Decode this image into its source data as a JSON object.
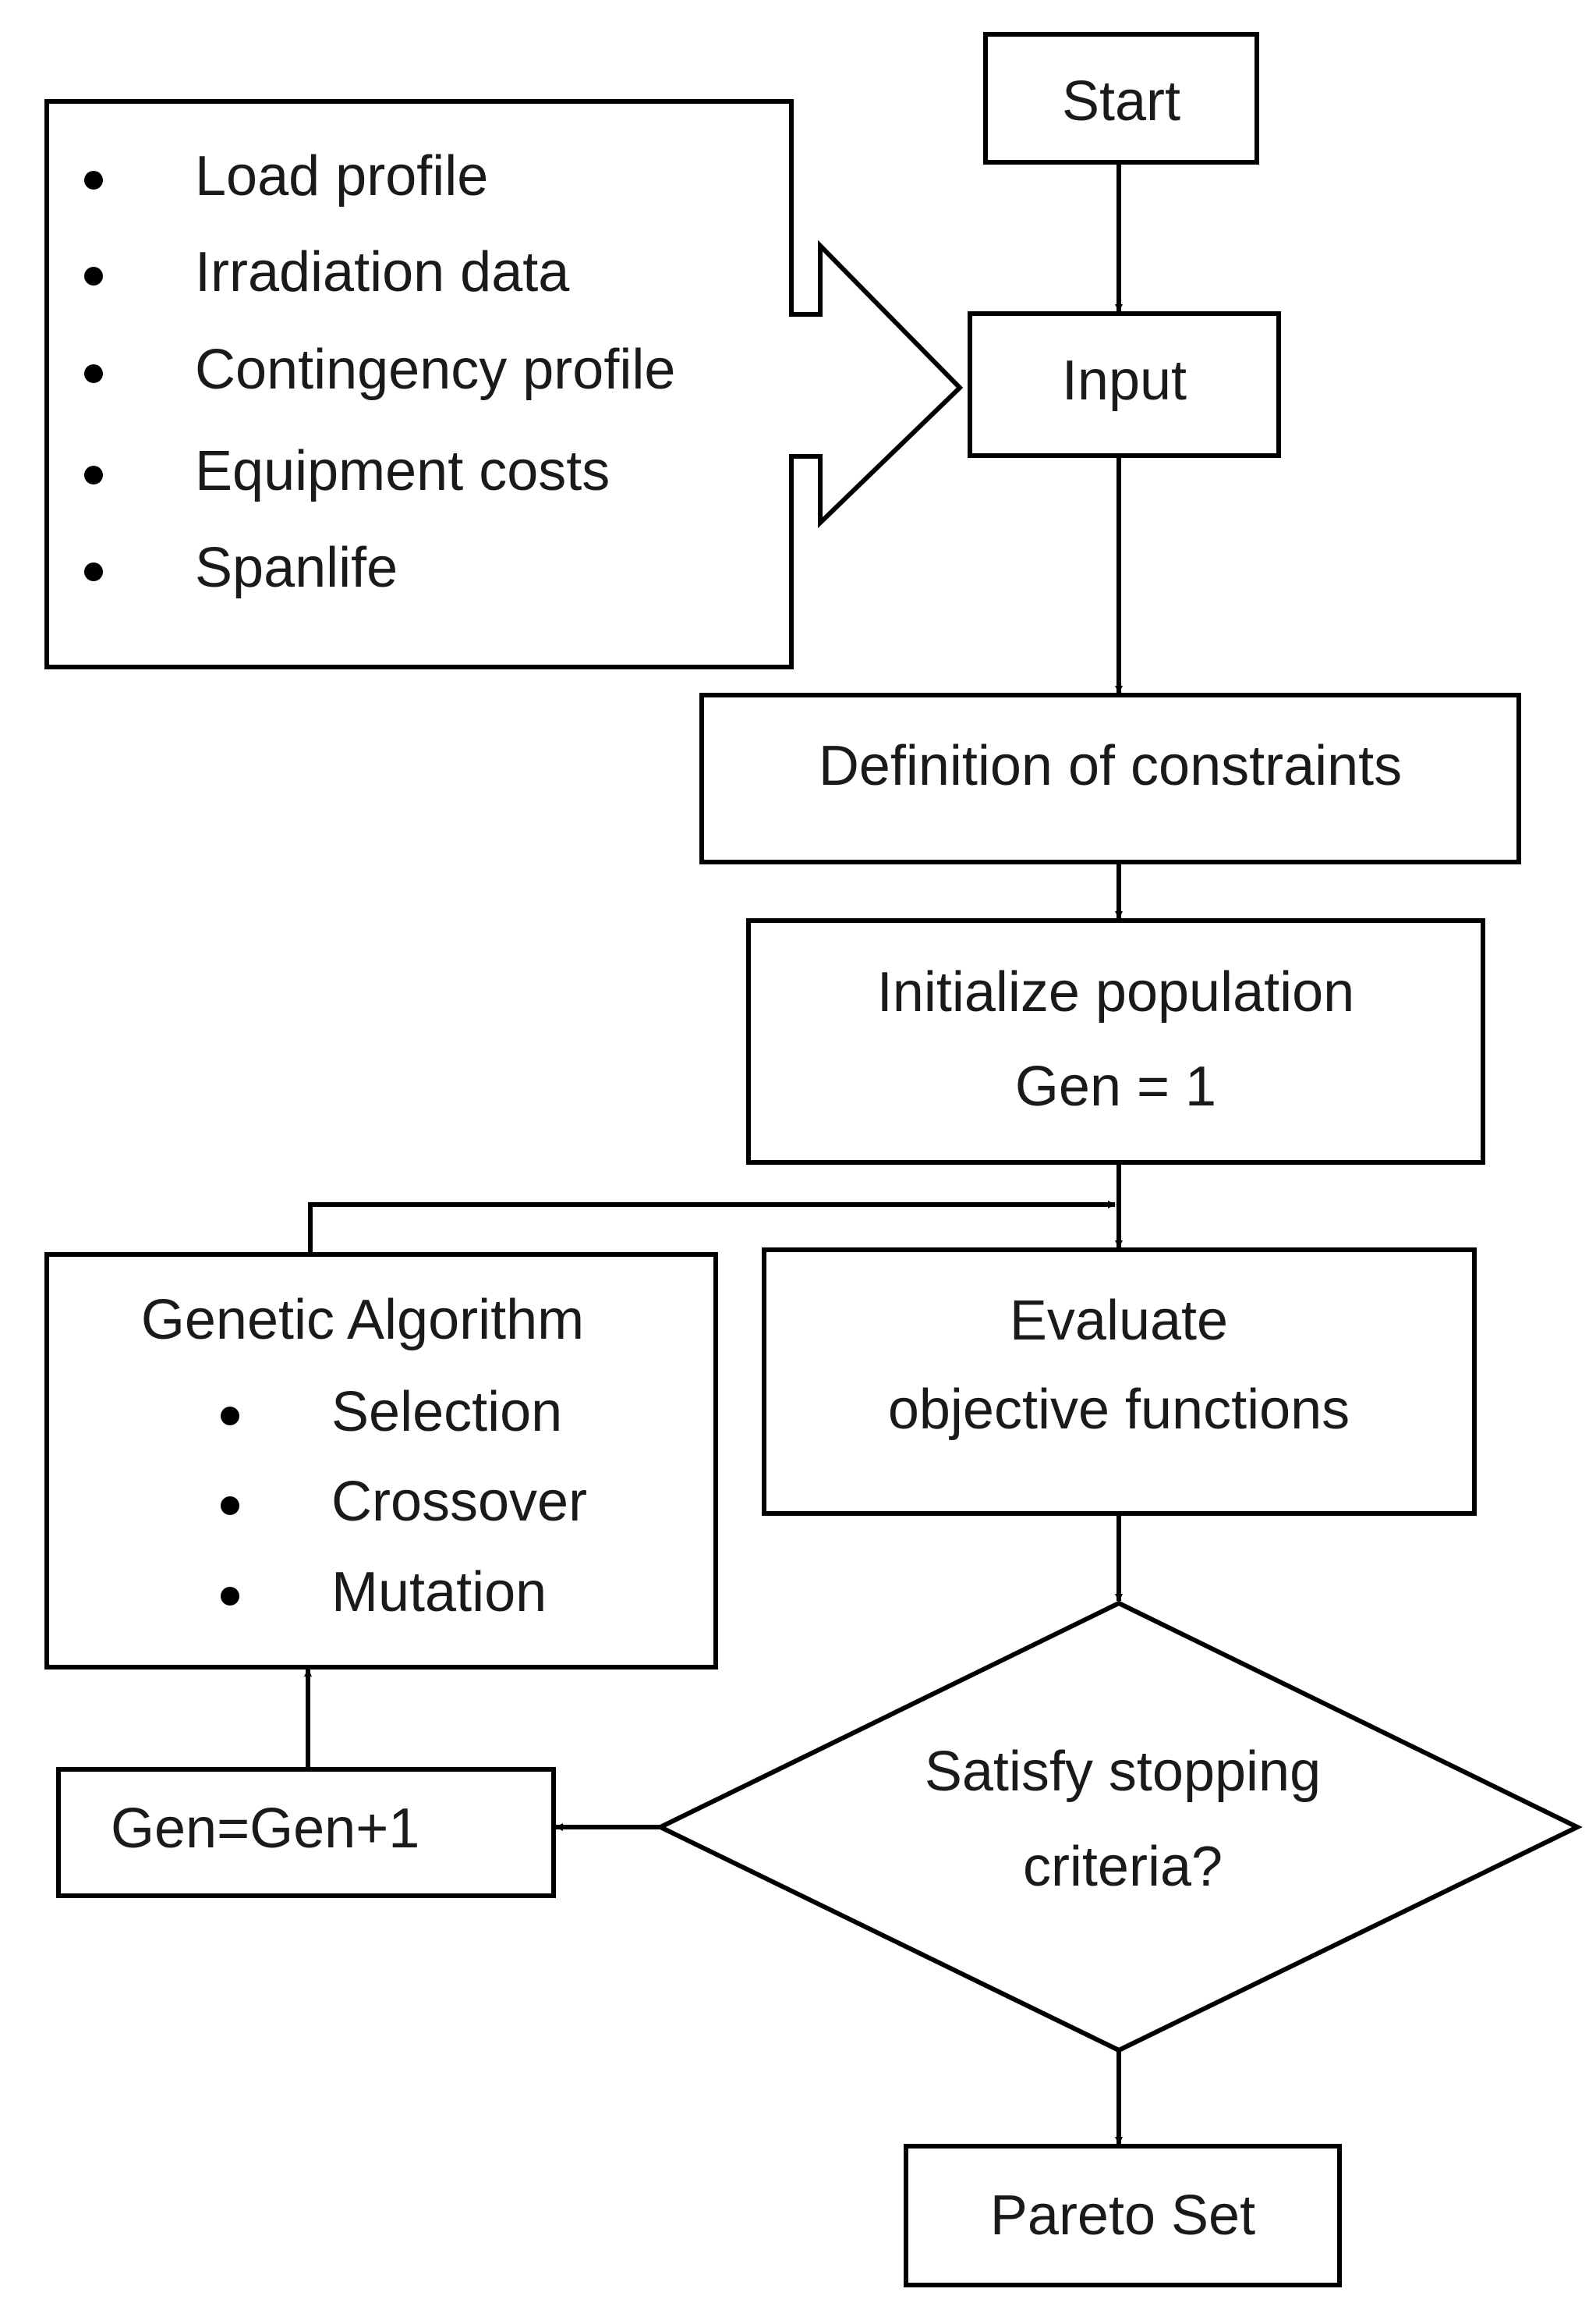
{
  "diagram": {
    "start": "Start",
    "input": "Input",
    "input_items": [
      "Load profile",
      "Irradiation data",
      "Contingency profile",
      "Equipment costs",
      "Spanlife"
    ],
    "constraints": "Definition of constraints",
    "initialize": [
      "Initialize population",
      "Gen = 1"
    ],
    "evaluate": [
      "Evaluate",
      "objective functions"
    ],
    "decision": [
      "Satisfy stopping",
      "criteria?"
    ],
    "genetic_algorithm": {
      "title": "Genetic Algorithm",
      "items": [
        "Selection",
        "Crossover",
        "Mutation"
      ]
    },
    "gen_increment": "Gen=Gen+1",
    "output": "Pareto Set"
  }
}
